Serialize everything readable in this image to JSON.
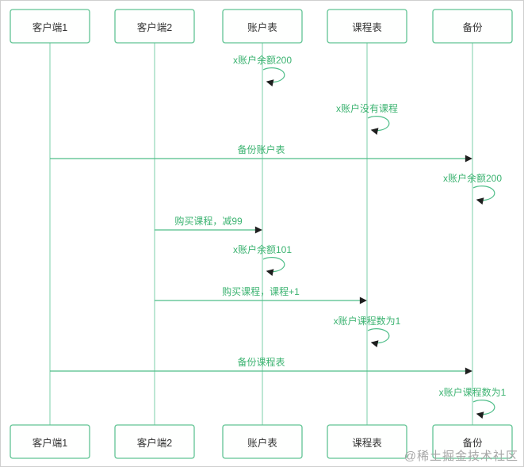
{
  "diagram": {
    "type": "sequence",
    "participants": [
      {
        "id": "client1",
        "label": "客户端1"
      },
      {
        "id": "client2",
        "label": "客户端2"
      },
      {
        "id": "account",
        "label": "账户表"
      },
      {
        "id": "course",
        "label": "课程表"
      },
      {
        "id": "backup",
        "label": "备份"
      }
    ],
    "messages": [
      {
        "kind": "self",
        "on": "account",
        "label": "x账户余额200"
      },
      {
        "kind": "self",
        "on": "course",
        "label": "x账户没有课程"
      },
      {
        "kind": "arrow",
        "from": "client1",
        "to": "backup",
        "label": "备份账户表"
      },
      {
        "kind": "self",
        "on": "backup",
        "label": "x账户余额200"
      },
      {
        "kind": "arrow",
        "from": "client2",
        "to": "account",
        "label": "购买课程，减99"
      },
      {
        "kind": "self",
        "on": "account",
        "label": "x账户余额101"
      },
      {
        "kind": "arrow",
        "from": "client2",
        "to": "course",
        "label": "购买课程，课程+1"
      },
      {
        "kind": "self",
        "on": "course",
        "label": "x账户课程数为1"
      },
      {
        "kind": "arrow",
        "from": "client1",
        "to": "backup",
        "label": "备份课程表"
      },
      {
        "kind": "self",
        "on": "backup",
        "label": "x账户课程数为1"
      }
    ]
  },
  "colors": {
    "box_border": "#61c494",
    "box_fill": "#fefffe",
    "box_text": "#333333",
    "lifeline": "#7bcfa9",
    "message_line": "#4fbe89",
    "message_text": "#3cb371",
    "arrowhead": "#1f1f1f",
    "frame_border": "#cfcfcf",
    "watermark": "#a6a6a6"
  },
  "watermark": "@稀土掘金技术社区"
}
